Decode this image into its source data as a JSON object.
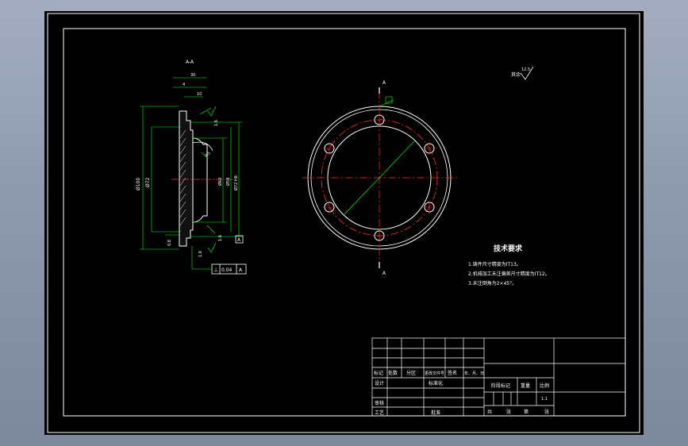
{
  "drawing": {
    "section_label": "A-A",
    "view_marks": {
      "top": "A",
      "bottom": "A"
    },
    "dimensions": {
      "top_width": "30",
      "top_inner": "4",
      "top_small": "10",
      "outer_dia": "Ø100",
      "mid_dia": "Ø72",
      "inner_dia": "Ø60",
      "bore_dia": "Ø58",
      "right_dia": "Ø72 H8",
      "chamfer": "1.6",
      "lower": "1.6",
      "left_small": "0.8",
      "bottom_small": "1.6",
      "radius": "R5"
    },
    "tolerance_frame": {
      "symbol": "⊥",
      "value": "0.04",
      "datum": "A"
    },
    "datum_box": "A",
    "surface_finish": {
      "note": "其余",
      "value": "12.5"
    },
    "tech_requirements": {
      "title": "技术要求",
      "items": [
        "1.铸件尺寸精度为IT13。",
        "2.机械加工未注偏差尺寸精度为IT12。",
        "3.未注倒角为2×45°。"
      ]
    },
    "title_block": {
      "row_labels": [
        "标记",
        "处数",
        "分区",
        "更改文件号",
        "签名",
        "年、月、日"
      ],
      "design": "设计",
      "standardize": "标准化",
      "review": "审核",
      "process": "工艺",
      "approve": "批准",
      "stage": "阶段标记",
      "weight": "重量",
      "scale": "比例",
      "scale_value": "1:1",
      "sheet_total": "共",
      "sheet_unit": "张",
      "sheet_no": "第",
      "sheet_unit2": "张"
    }
  }
}
